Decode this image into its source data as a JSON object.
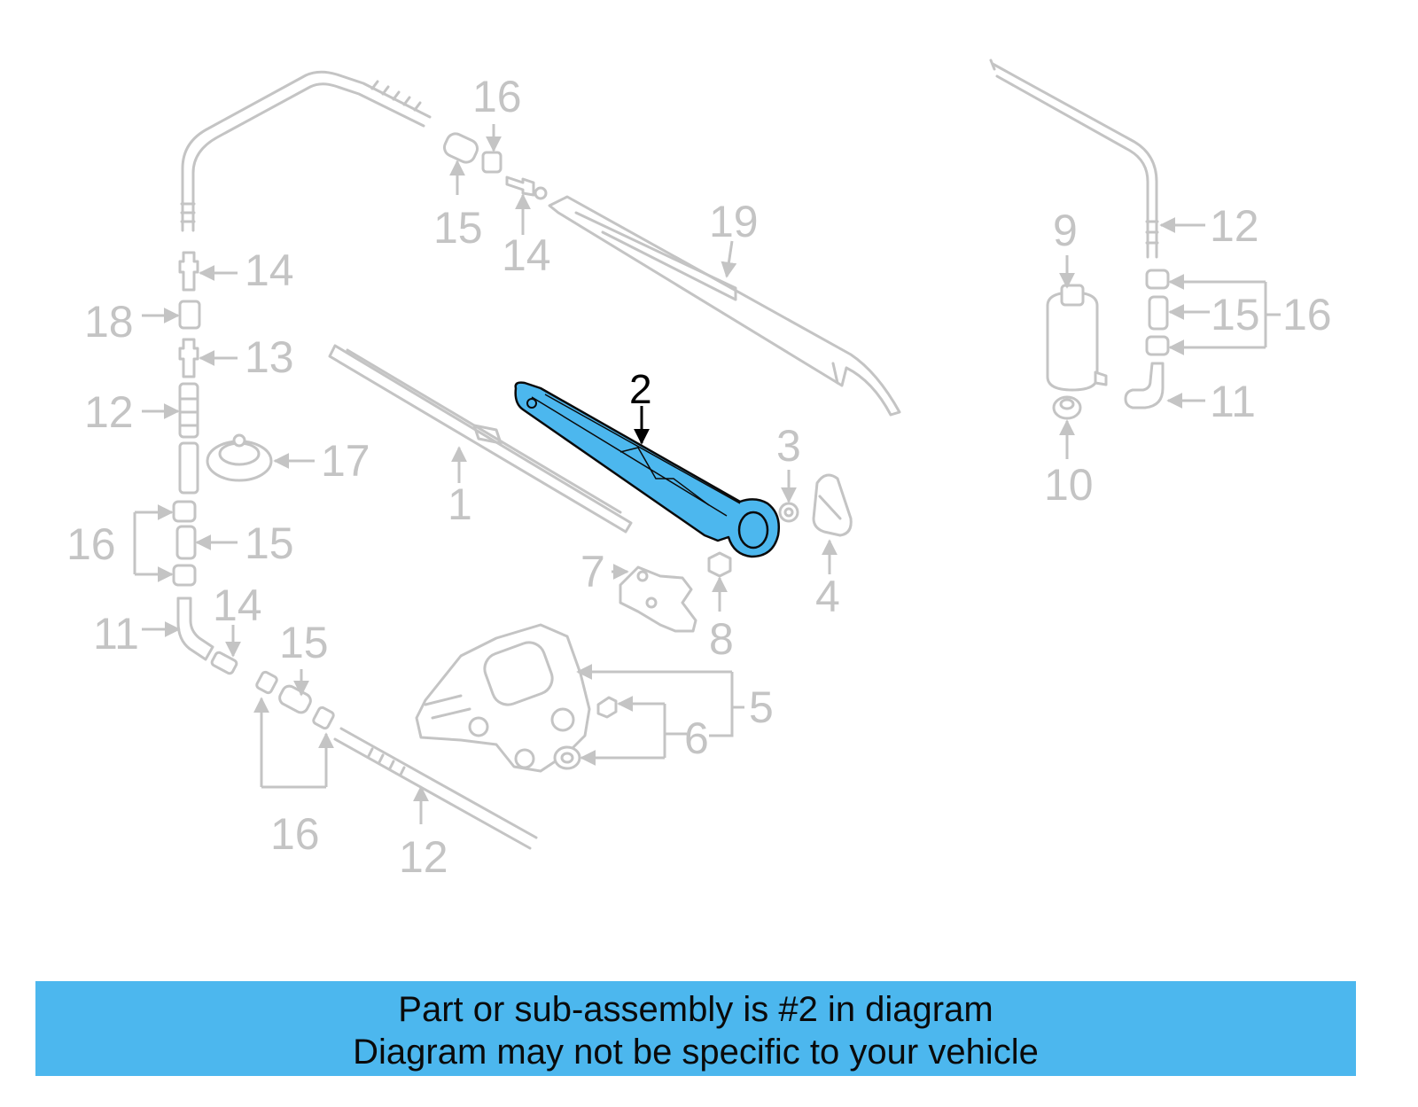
{
  "diagram": {
    "highlight_color": "#4cb7ee",
    "highlighted_part": "2",
    "callouts": {
      "c1": "1",
      "c2": "2",
      "c3": "3",
      "c4": "4",
      "c5": "5",
      "c6": "6",
      "c7": "7",
      "c8": "8",
      "c9": "9",
      "c10": "10",
      "c11a": "11",
      "c11b": "11",
      "c12a": "12",
      "c12b": "12",
      "c12c": "12",
      "c13": "13",
      "c14a": "14",
      "c14b": "14",
      "c14c": "14",
      "c15a": "15",
      "c15b": "15",
      "c15c": "15",
      "c15d": "15",
      "c16a": "16",
      "c16b": "16",
      "c16c": "16",
      "c16d": "16",
      "c17": "17",
      "c18": "18",
      "c19": "19"
    }
  },
  "banner": {
    "color": "#4cb7ee",
    "line1": "Part or sub-assembly is #2 in diagram",
    "line2": "Diagram may not be specific to your vehicle"
  }
}
